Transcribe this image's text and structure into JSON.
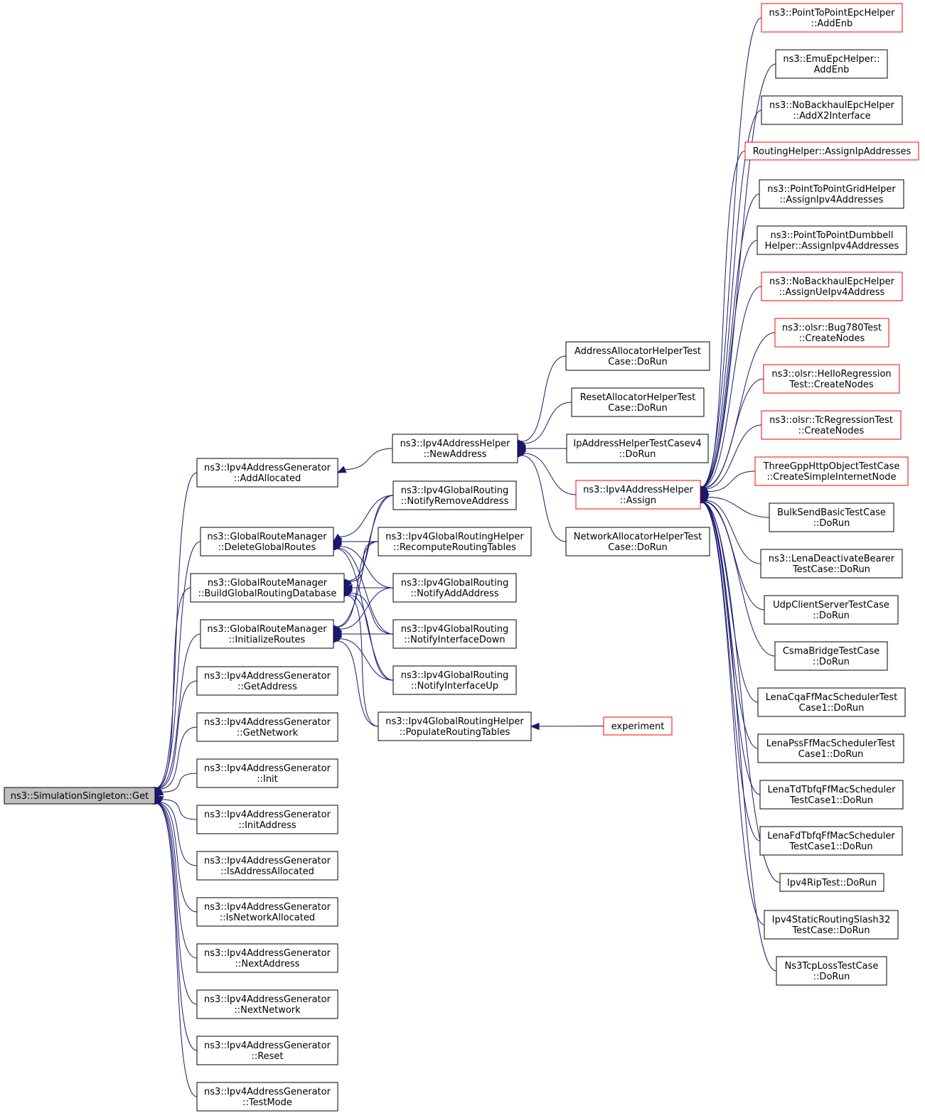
{
  "graph": {
    "colors": {
      "edge": "#191970",
      "box_border": "#000000",
      "highlight_border": "#ff0000",
      "root_fill": "#bfbfbf"
    },
    "nodes": {
      "root": {
        "lines": [
          "ns3::SimulationSingleton::Get"
        ],
        "style": "root"
      },
      "addAllocated": {
        "lines": [
          "ns3::Ipv4AddressGenerator",
          "::AddAllocated"
        ]
      },
      "deleteGlobalRoutes": {
        "lines": [
          "ns3::GlobalRouteManager",
          "::DeleteGlobalRoutes"
        ]
      },
      "buildGlobalRoutingDatabase": {
        "lines": [
          "ns3::GlobalRouteManager",
          "::BuildGlobalRoutingDatabase"
        ]
      },
      "initializeRoutes": {
        "lines": [
          "ns3::GlobalRouteManager",
          "::InitializeRoutes"
        ]
      },
      "getAddress": {
        "lines": [
          "ns3::Ipv4AddressGenerator",
          "::GetAddress"
        ]
      },
      "getNetwork": {
        "lines": [
          "ns3::Ipv4AddressGenerator",
          "::GetNetwork"
        ]
      },
      "init": {
        "lines": [
          "ns3::Ipv4AddressGenerator",
          "::Init"
        ]
      },
      "initAddress": {
        "lines": [
          "ns3::Ipv4AddressGenerator",
          "::InitAddress"
        ]
      },
      "isAddressAllocated": {
        "lines": [
          "ns3::Ipv4AddressGenerator",
          "::IsAddressAllocated"
        ]
      },
      "isNetworkAllocated": {
        "lines": [
          "ns3::Ipv4AddressGenerator",
          "::IsNetworkAllocated"
        ]
      },
      "nextAddress": {
        "lines": [
          "ns3::Ipv4AddressGenerator",
          "::NextAddress"
        ]
      },
      "nextNetwork": {
        "lines": [
          "ns3::Ipv4AddressGenerator",
          "::NextNetwork"
        ]
      },
      "reset": {
        "lines": [
          "ns3::Ipv4AddressGenerator",
          "::Reset"
        ]
      },
      "testMode": {
        "lines": [
          "ns3::Ipv4AddressGenerator",
          "::TestMode"
        ]
      },
      "newAddress": {
        "lines": [
          "ns3::Ipv4AddressHelper",
          "::NewAddress"
        ]
      },
      "notifyRemoveAddress": {
        "lines": [
          "ns3::Ipv4GlobalRouting",
          "::NotifyRemoveAddress"
        ]
      },
      "recomputeRoutingTables": {
        "lines": [
          "ns3::Ipv4GlobalRoutingHelper",
          "::RecomputeRoutingTables"
        ]
      },
      "notifyAddAddress": {
        "lines": [
          "ns3::Ipv4GlobalRouting",
          "::NotifyAddAddress"
        ]
      },
      "notifyInterfaceDown": {
        "lines": [
          "ns3::Ipv4GlobalRouting",
          "::NotifyInterfaceDown"
        ]
      },
      "notifyInterfaceUp": {
        "lines": [
          "ns3::Ipv4GlobalRouting",
          "::NotifyInterfaceUp"
        ]
      },
      "populateRoutingTables": {
        "lines": [
          "ns3::Ipv4GlobalRoutingHelper",
          "::PopulateRoutingTables"
        ]
      },
      "addressAllocatorTest": {
        "lines": [
          "AddressAllocatorHelperTest",
          "Case::DoRun"
        ]
      },
      "resetAllocatorTest": {
        "lines": [
          "ResetAllocatorHelperTest",
          "Case::DoRun"
        ]
      },
      "ipAddressHelperTest": {
        "lines": [
          "IpAddressHelperTestCasev4",
          "::DoRun"
        ]
      },
      "assign": {
        "lines": [
          "ns3::Ipv4AddressHelper",
          "::Assign"
        ],
        "style": "red"
      },
      "networkAllocatorTest": {
        "lines": [
          "NetworkAllocatorHelperTest",
          "Case::DoRun"
        ]
      },
      "experiment": {
        "lines": [
          "experiment"
        ],
        "style": "red"
      },
      "p2pEpcAddEnb": {
        "lines": [
          "ns3::PointToPointEpcHelper",
          "::AddEnb"
        ],
        "style": "red"
      },
      "emuEpcAddEnb": {
        "lines": [
          "ns3::EmuEpcHelper::",
          "AddEnb"
        ]
      },
      "noBackhaulAddX2": {
        "lines": [
          "ns3::NoBackhaulEpcHelper",
          "::AddX2Interface"
        ]
      },
      "routingHelperAssign": {
        "lines": [
          "RoutingHelper::AssignIpAddresses"
        ],
        "style": "red"
      },
      "p2pGridAssign": {
        "lines": [
          "ns3::PointToPointGridHelper",
          "::AssignIpv4Addresses"
        ]
      },
      "p2pDumbbellAssign": {
        "lines": [
          "ns3::PointToPointDumbbell",
          "Helper::AssignIpv4Addresses"
        ]
      },
      "noBackhaulAssignUe": {
        "lines": [
          "ns3::NoBackhaulEpcHelper",
          "::AssignUeIpv4Address"
        ],
        "style": "red"
      },
      "bug780CreateNodes": {
        "lines": [
          "ns3::olsr::Bug780Test",
          "::CreateNodes"
        ],
        "style": "red"
      },
      "helloRegressionCreateNodes": {
        "lines": [
          "ns3::olsr::HelloRegression",
          "Test::CreateNodes"
        ],
        "style": "red"
      },
      "tcRegressionCreateNodes": {
        "lines": [
          "ns3::olsr::TcRegressionTest",
          "::CreateNodes"
        ],
        "style": "red"
      },
      "threeGppHttp": {
        "lines": [
          "ThreeGppHttpObjectTestCase",
          "::CreateSimpleInternetNode"
        ],
        "style": "red"
      },
      "bulkSend": {
        "lines": [
          "BulkSendBasicTestCase",
          "::DoRun"
        ]
      },
      "lenaDeactivate": {
        "lines": [
          "ns3::LenaDeactivateBearer",
          "TestCase::DoRun"
        ]
      },
      "udpClientServer": {
        "lines": [
          "UdpClientServerTestCase",
          "::DoRun"
        ]
      },
      "csmaBridge": {
        "lines": [
          "CsmaBridgeTestCase",
          "::DoRun"
        ]
      },
      "lenaCqa": {
        "lines": [
          "LenaCqaFfMacSchedulerTest",
          "Case1::DoRun"
        ]
      },
      "lenaPss": {
        "lines": [
          "LenaPssFfMacSchedulerTest",
          "Case1::DoRun"
        ]
      },
      "lenaTdTbfq": {
        "lines": [
          "LenaTdTbfqFfMacScheduler",
          "TestCase1::DoRun"
        ]
      },
      "lenaFdTbfq": {
        "lines": [
          "LenaFdTbfqFfMacScheduler",
          "TestCase1::DoRun"
        ]
      },
      "ipv4Rip": {
        "lines": [
          "Ipv4RipTest::DoRun"
        ]
      },
      "ipv4StaticRouting": {
        "lines": [
          "Ipv4StaticRoutingSlash32",
          "TestCase::DoRun"
        ]
      },
      "ns3TcpLoss": {
        "lines": [
          "Ns3TcpLossTestCase",
          "::DoRun"
        ]
      }
    },
    "edges": [
      [
        "addAllocated",
        "root"
      ],
      [
        "deleteGlobalRoutes",
        "root"
      ],
      [
        "buildGlobalRoutingDatabase",
        "root"
      ],
      [
        "initializeRoutes",
        "root"
      ],
      [
        "getAddress",
        "root"
      ],
      [
        "getNetwork",
        "root"
      ],
      [
        "init",
        "root"
      ],
      [
        "initAddress",
        "root"
      ],
      [
        "isAddressAllocated",
        "root"
      ],
      [
        "isNetworkAllocated",
        "root"
      ],
      [
        "nextAddress",
        "root"
      ],
      [
        "nextNetwork",
        "root"
      ],
      [
        "reset",
        "root"
      ],
      [
        "testMode",
        "root"
      ],
      [
        "newAddress",
        "addAllocated"
      ],
      [
        "notifyRemoveAddress",
        "deleteGlobalRoutes"
      ],
      [
        "recomputeRoutingTables",
        "deleteGlobalRoutes"
      ],
      [
        "notifyAddAddress",
        "deleteGlobalRoutes"
      ],
      [
        "notifyInterfaceDown",
        "deleteGlobalRoutes"
      ],
      [
        "notifyInterfaceUp",
        "deleteGlobalRoutes"
      ],
      [
        "notifyRemoveAddress",
        "buildGlobalRoutingDatabase"
      ],
      [
        "recomputeRoutingTables",
        "buildGlobalRoutingDatabase"
      ],
      [
        "notifyAddAddress",
        "buildGlobalRoutingDatabase"
      ],
      [
        "notifyInterfaceDown",
        "buildGlobalRoutingDatabase"
      ],
      [
        "notifyInterfaceUp",
        "buildGlobalRoutingDatabase"
      ],
      [
        "populateRoutingTables",
        "buildGlobalRoutingDatabase"
      ],
      [
        "notifyRemoveAddress",
        "initializeRoutes"
      ],
      [
        "recomputeRoutingTables",
        "initializeRoutes"
      ],
      [
        "notifyAddAddress",
        "initializeRoutes"
      ],
      [
        "notifyInterfaceDown",
        "initializeRoutes"
      ],
      [
        "notifyInterfaceUp",
        "initializeRoutes"
      ],
      [
        "populateRoutingTables",
        "initializeRoutes"
      ],
      [
        "addressAllocatorTest",
        "newAddress"
      ],
      [
        "resetAllocatorTest",
        "newAddress"
      ],
      [
        "ipAddressHelperTest",
        "newAddress"
      ],
      [
        "assign",
        "newAddress"
      ],
      [
        "networkAllocatorTest",
        "newAddress"
      ],
      [
        "experiment",
        "populateRoutingTables"
      ],
      [
        "p2pEpcAddEnb",
        "assign"
      ],
      [
        "emuEpcAddEnb",
        "assign"
      ],
      [
        "noBackhaulAddX2",
        "assign"
      ],
      [
        "routingHelperAssign",
        "assign"
      ],
      [
        "p2pGridAssign",
        "assign"
      ],
      [
        "p2pDumbbellAssign",
        "assign"
      ],
      [
        "noBackhaulAssignUe",
        "assign"
      ],
      [
        "bug780CreateNodes",
        "assign"
      ],
      [
        "helloRegressionCreateNodes",
        "assign"
      ],
      [
        "tcRegressionCreateNodes",
        "assign"
      ],
      [
        "threeGppHttp",
        "assign"
      ],
      [
        "bulkSend",
        "assign"
      ],
      [
        "lenaDeactivate",
        "assign"
      ],
      [
        "udpClientServer",
        "assign"
      ],
      [
        "csmaBridge",
        "assign"
      ],
      [
        "lenaCqa",
        "assign"
      ],
      [
        "lenaPss",
        "assign"
      ],
      [
        "lenaTdTbfq",
        "assign"
      ],
      [
        "lenaFdTbfq",
        "assign"
      ],
      [
        "ipv4Rip",
        "assign"
      ],
      [
        "ipv4StaticRouting",
        "assign"
      ],
      [
        "ns3TcpLoss",
        "assign"
      ]
    ]
  }
}
